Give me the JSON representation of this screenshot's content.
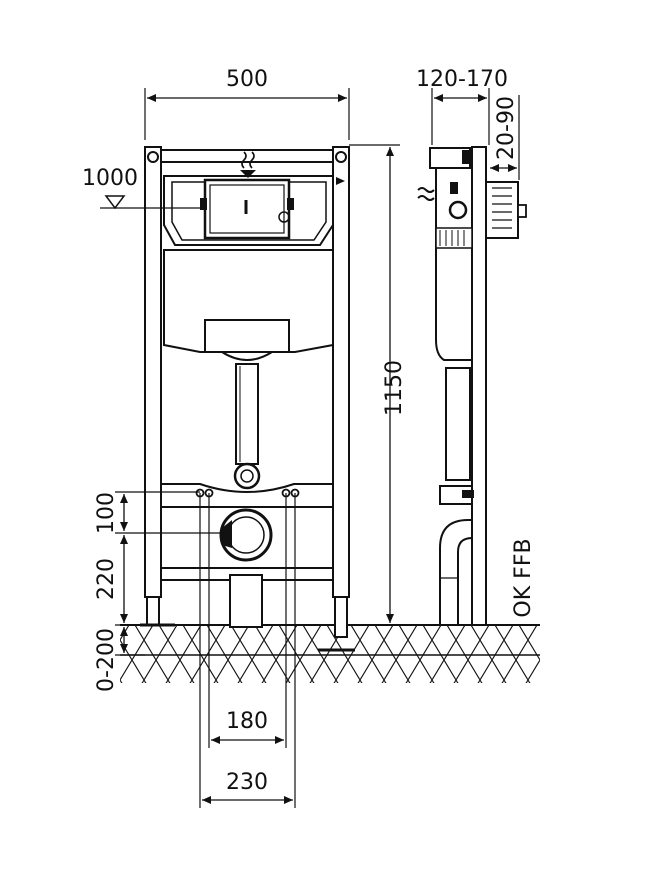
{
  "dimensions": {
    "frame_width": "500",
    "offset_depth": "120-170",
    "wall_gap": "20-90",
    "height_mark": "1000",
    "frame_height": "1150",
    "dim_100": "100",
    "dim_220": "220",
    "floor_range": "0-200",
    "spacing_180": "180",
    "spacing_230": "230",
    "floor_label": "OK FFB"
  }
}
